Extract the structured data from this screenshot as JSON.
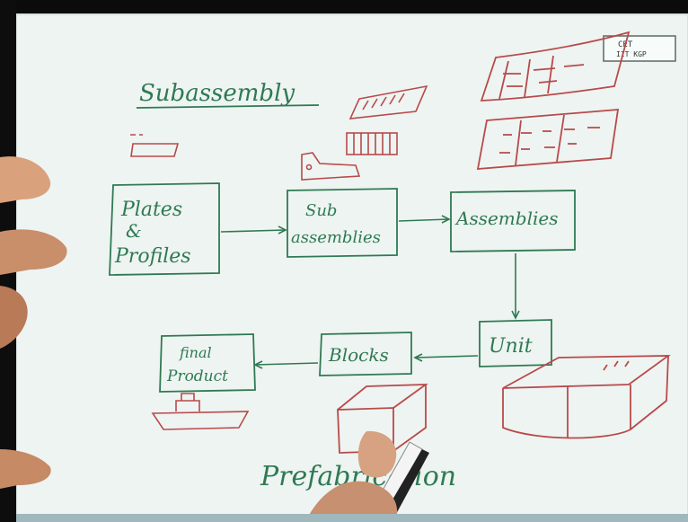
{
  "title": "Subassembly",
  "flow": {
    "plates_profiles": [
      "Plates",
      "&",
      "Profiles"
    ],
    "sub_assembly": [
      "Sub",
      "assemblies"
    ],
    "assemblies": "Assemblies",
    "unit": "Unit",
    "blocks": "Blocks",
    "final_product": [
      "final",
      "Product"
    ]
  },
  "footer_text": "Prefabrication",
  "logo_text": [
    "CET",
    "IIT KGP"
  ],
  "colors": {
    "paper": "#eef4f2",
    "green_ink": "#2f7a52",
    "red_ink": "#b84a4a",
    "skin": "#d9a27c"
  }
}
